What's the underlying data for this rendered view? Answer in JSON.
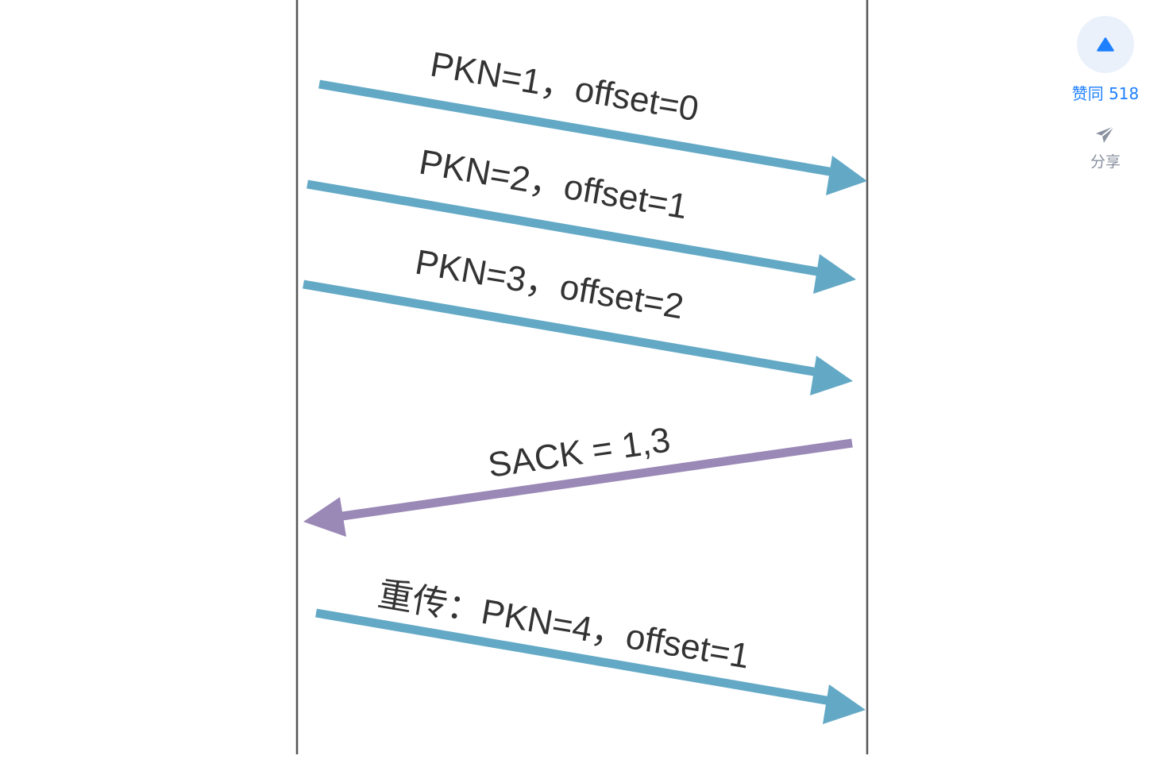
{
  "diagram": {
    "messages": [
      {
        "label": "PKN=1，offset=0",
        "direction": "right",
        "color": "#63a9c6"
      },
      {
        "label": "PKN=2，offset=1",
        "direction": "right",
        "color": "#63a9c6"
      },
      {
        "label": "PKN=3，offset=2",
        "direction": "right",
        "color": "#63a9c6"
      },
      {
        "label": "SACK = 1,3",
        "direction": "left",
        "color": "#9a88b6"
      },
      {
        "label": "重传：PKN=4，offset=1",
        "direction": "right",
        "color": "#63a9c6"
      }
    ],
    "lifeline_color": "#555555"
  },
  "sidebar": {
    "like": {
      "icon": "triangle-up-icon",
      "label": "赞同",
      "count": "518",
      "color": "#1e80ff"
    },
    "share": {
      "icon": "paper-plane-icon",
      "label": "分享",
      "color": "#8a919f"
    }
  }
}
